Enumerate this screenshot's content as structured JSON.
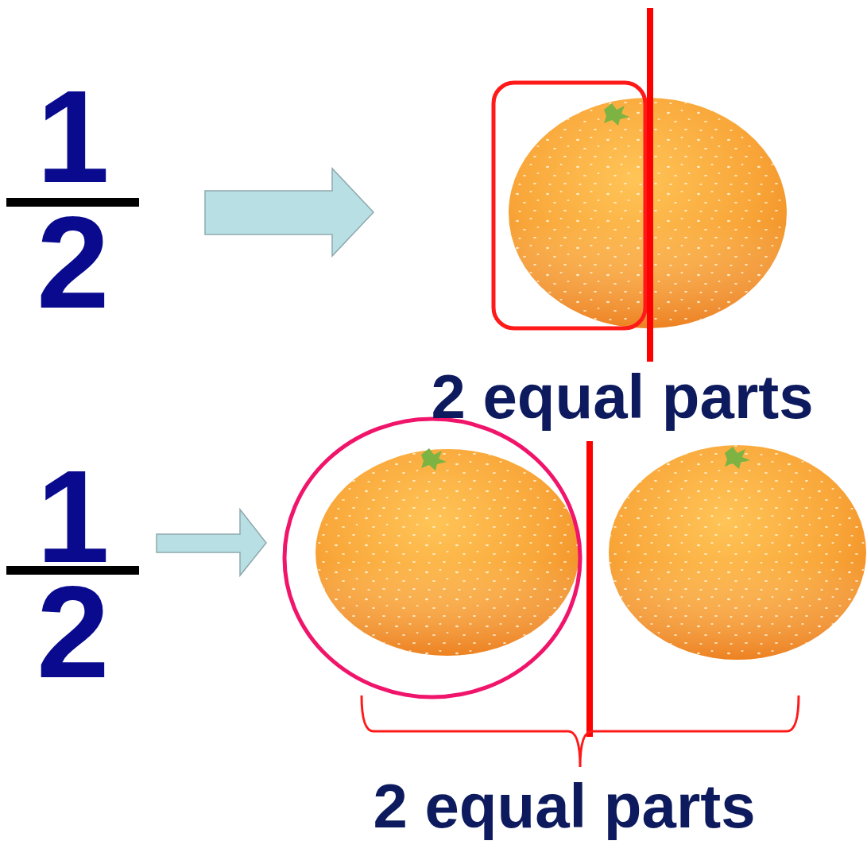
{
  "diagram": {
    "labels": [
      "1",
      "2",
      "2 equal parts",
      "1",
      "2",
      "2 equal parts"
    ]
  }
}
